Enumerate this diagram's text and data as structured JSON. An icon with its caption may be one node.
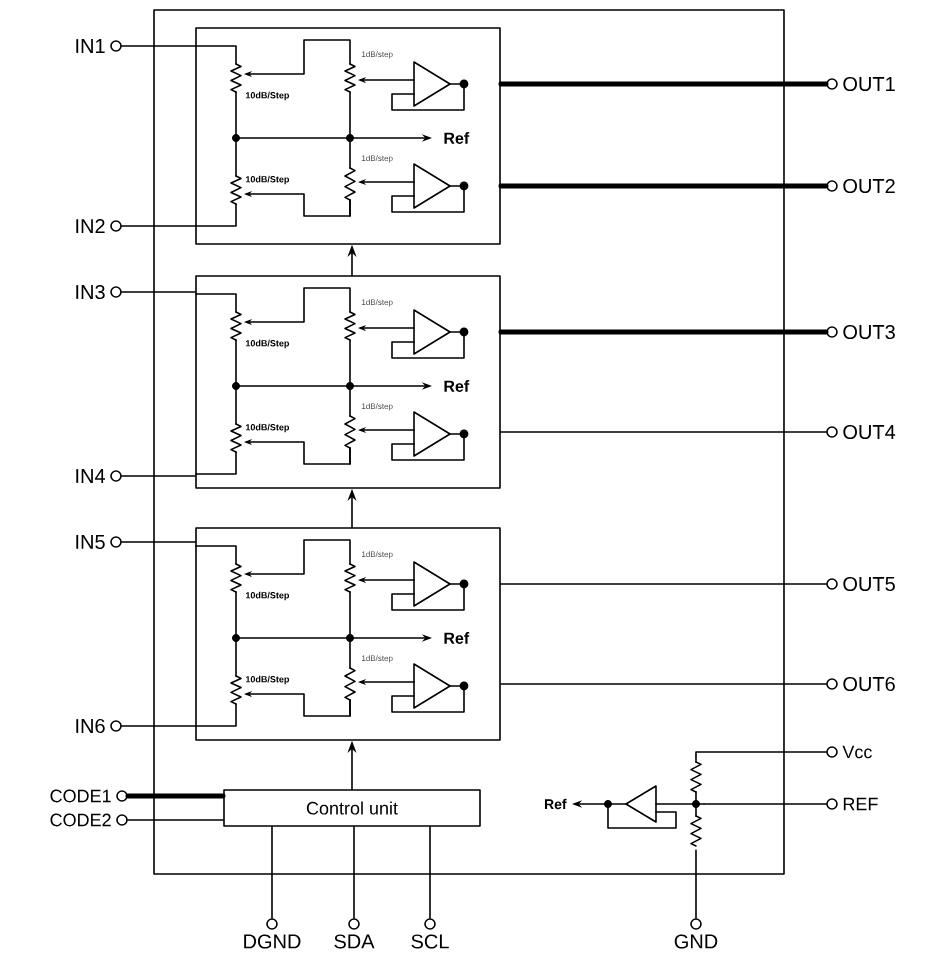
{
  "diagram": {
    "nodes": [
      {
        "text": [],
        "shape": "box"
      },
      {
        "text": [
          "1dB/step",
          "10dB/Step",
          "Ref",
          "1dB/step",
          "10dB/Step"
        ],
        "in": 0
      },
      {
        "text": [
          "1dB/step",
          "10dB/Step",
          "Ref",
          "1dB/step",
          "10dB/Step"
        ],
        "in": 0
      },
      {
        "text": [
          "1dB/step",
          "10dB/Step",
          "Ref",
          "1dB/step",
          "10dB/Step"
        ],
        "in": 0
      },
      {
        "text": [
          "Control unit"
        ],
        "in": 0
      },
      {
        "text": [
          "Ref"
        ],
        "in": 0
      },
      {
        "text": [
          "IN1"
        ]
      },
      {
        "text": [
          "IN2"
        ]
      },
      {
        "text": [
          "IN3"
        ]
      },
      {
        "text": [
          "IN4"
        ]
      },
      {
        "text": [
          "IN5"
        ]
      },
      {
        "text": [
          "IN6"
        ]
      },
      {
        "text": [
          "OUT1"
        ]
      },
      {
        "text": [
          "OUT2"
        ]
      },
      {
        "text": [
          "OUT3"
        ]
      },
      {
        "text": [
          "OUT4"
        ]
      },
      {
        "text": [
          "OUT5"
        ]
      },
      {
        "text": [
          "OUT6"
        ]
      },
      {
        "text": [
          "Vcc"
        ]
      },
      {
        "text": [
          "REF"
        ]
      },
      {
        "text": [
          "CODE1"
        ]
      },
      {
        "text": [
          "CODE2"
        ]
      },
      {
        "text": [
          "DGND"
        ]
      },
      {
        "text": [
          "SDA"
        ]
      },
      {
        "text": [
          "SCL"
        ]
      },
      {
        "text": [
          "GND"
        ]
      }
    ],
    "edges": [
      {
        "from": 6,
        "to": 1,
        "arrow": "none"
      },
      {
        "from": 7,
        "to": 1,
        "arrow": "none"
      },
      {
        "from": 8,
        "to": 2,
        "arrow": "none"
      },
      {
        "from": 9,
        "to": 2,
        "arrow": "none"
      },
      {
        "from": 10,
        "to": 3,
        "arrow": "none"
      },
      {
        "from": 11,
        "to": 3,
        "arrow": "none"
      },
      {
        "from": 1,
        "to": 12,
        "arrow": "none",
        "style": "thick"
      },
      {
        "from": 1,
        "to": 13,
        "arrow": "none",
        "style": "thick"
      },
      {
        "from": 2,
        "to": 14,
        "arrow": "none",
        "style": "thick"
      },
      {
        "from": 2,
        "to": 15,
        "arrow": "none"
      },
      {
        "from": 3,
        "to": 16,
        "arrow": "none"
      },
      {
        "from": 3,
        "to": 17,
        "arrow": "none"
      },
      {
        "from": 4,
        "to": 3,
        "arrow": "to"
      },
      {
        "from": 3,
        "to": 2,
        "arrow": "to"
      },
      {
        "from": 2,
        "to": 1,
        "arrow": "to"
      },
      {
        "from": 20,
        "to": 4,
        "arrow": "none",
        "style": "thick"
      },
      {
        "from": 21,
        "to": 4,
        "arrow": "none"
      },
      {
        "from": 22,
        "to": 4,
        "arrow": "none"
      },
      {
        "from": 23,
        "to": 4,
        "arrow": "none"
      },
      {
        "from": 24,
        "to": 4,
        "arrow": "none"
      },
      {
        "from": 18,
        "to": 5,
        "arrow": "none"
      },
      {
        "from": 19,
        "to": 5,
        "arrow": "none"
      },
      {
        "from": 25,
        "to": 5,
        "arrow": "none"
      }
    ]
  }
}
